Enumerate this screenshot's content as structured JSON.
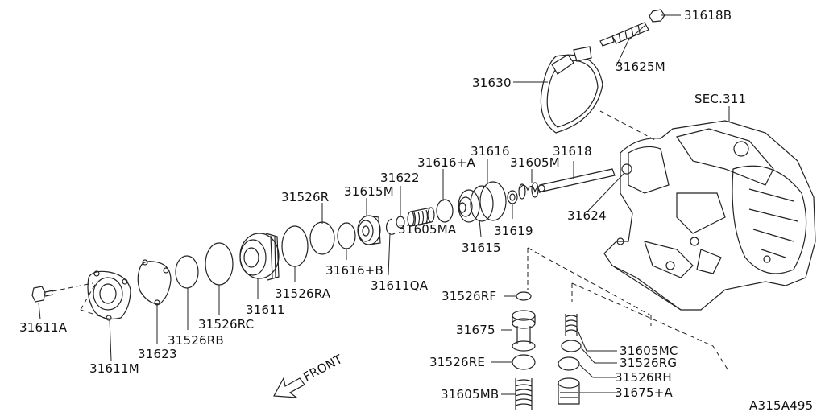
{
  "diagram": {
    "watermark": "A315A495",
    "direction_label": "FRONT",
    "section_ref": "SEC.311",
    "parts": [
      {
        "id": "p31618B",
        "label": "31618B"
      },
      {
        "id": "p31625M",
        "label": "31625M"
      },
      {
        "id": "p31630",
        "label": "31630"
      },
      {
        "id": "p31616",
        "label": "31616"
      },
      {
        "id": "p31618",
        "label": "31618"
      },
      {
        "id": "p31616A",
        "label": "31616+A"
      },
      {
        "id": "p31605M",
        "label": "31605M"
      },
      {
        "id": "p31622",
        "label": "31622"
      },
      {
        "id": "p31615M",
        "label": "31615M"
      },
      {
        "id": "p31526R",
        "label": "31526R"
      },
      {
        "id": "p31624",
        "label": "31624"
      },
      {
        "id": "p31619",
        "label": "31619"
      },
      {
        "id": "p31605MA",
        "label": "31605MA"
      },
      {
        "id": "p31615",
        "label": "31615"
      },
      {
        "id": "p31616B",
        "label": "31616+B"
      },
      {
        "id": "p31611QA",
        "label": "31611QA"
      },
      {
        "id": "p31526RA",
        "label": "31526RA"
      },
      {
        "id": "p31611",
        "label": "31611"
      },
      {
        "id": "p31526RC",
        "label": "31526RC"
      },
      {
        "id": "p31526RB",
        "label": "31526RB"
      },
      {
        "id": "p31623",
        "label": "31623"
      },
      {
        "id": "p31611A",
        "label": "31611A"
      },
      {
        "id": "p31611M",
        "label": "31611M"
      },
      {
        "id": "p31526RF",
        "label": "31526RF"
      },
      {
        "id": "p31675",
        "label": "31675"
      },
      {
        "id": "p31526RE",
        "label": "31526RE"
      },
      {
        "id": "p31605MB",
        "label": "31605MB"
      },
      {
        "id": "p31605MC",
        "label": "31605MC"
      },
      {
        "id": "p31526RG",
        "label": "31526RG"
      },
      {
        "id": "p31526RH",
        "label": "31526RH"
      },
      {
        "id": "p31675A",
        "label": "31675+A"
      }
    ]
  }
}
